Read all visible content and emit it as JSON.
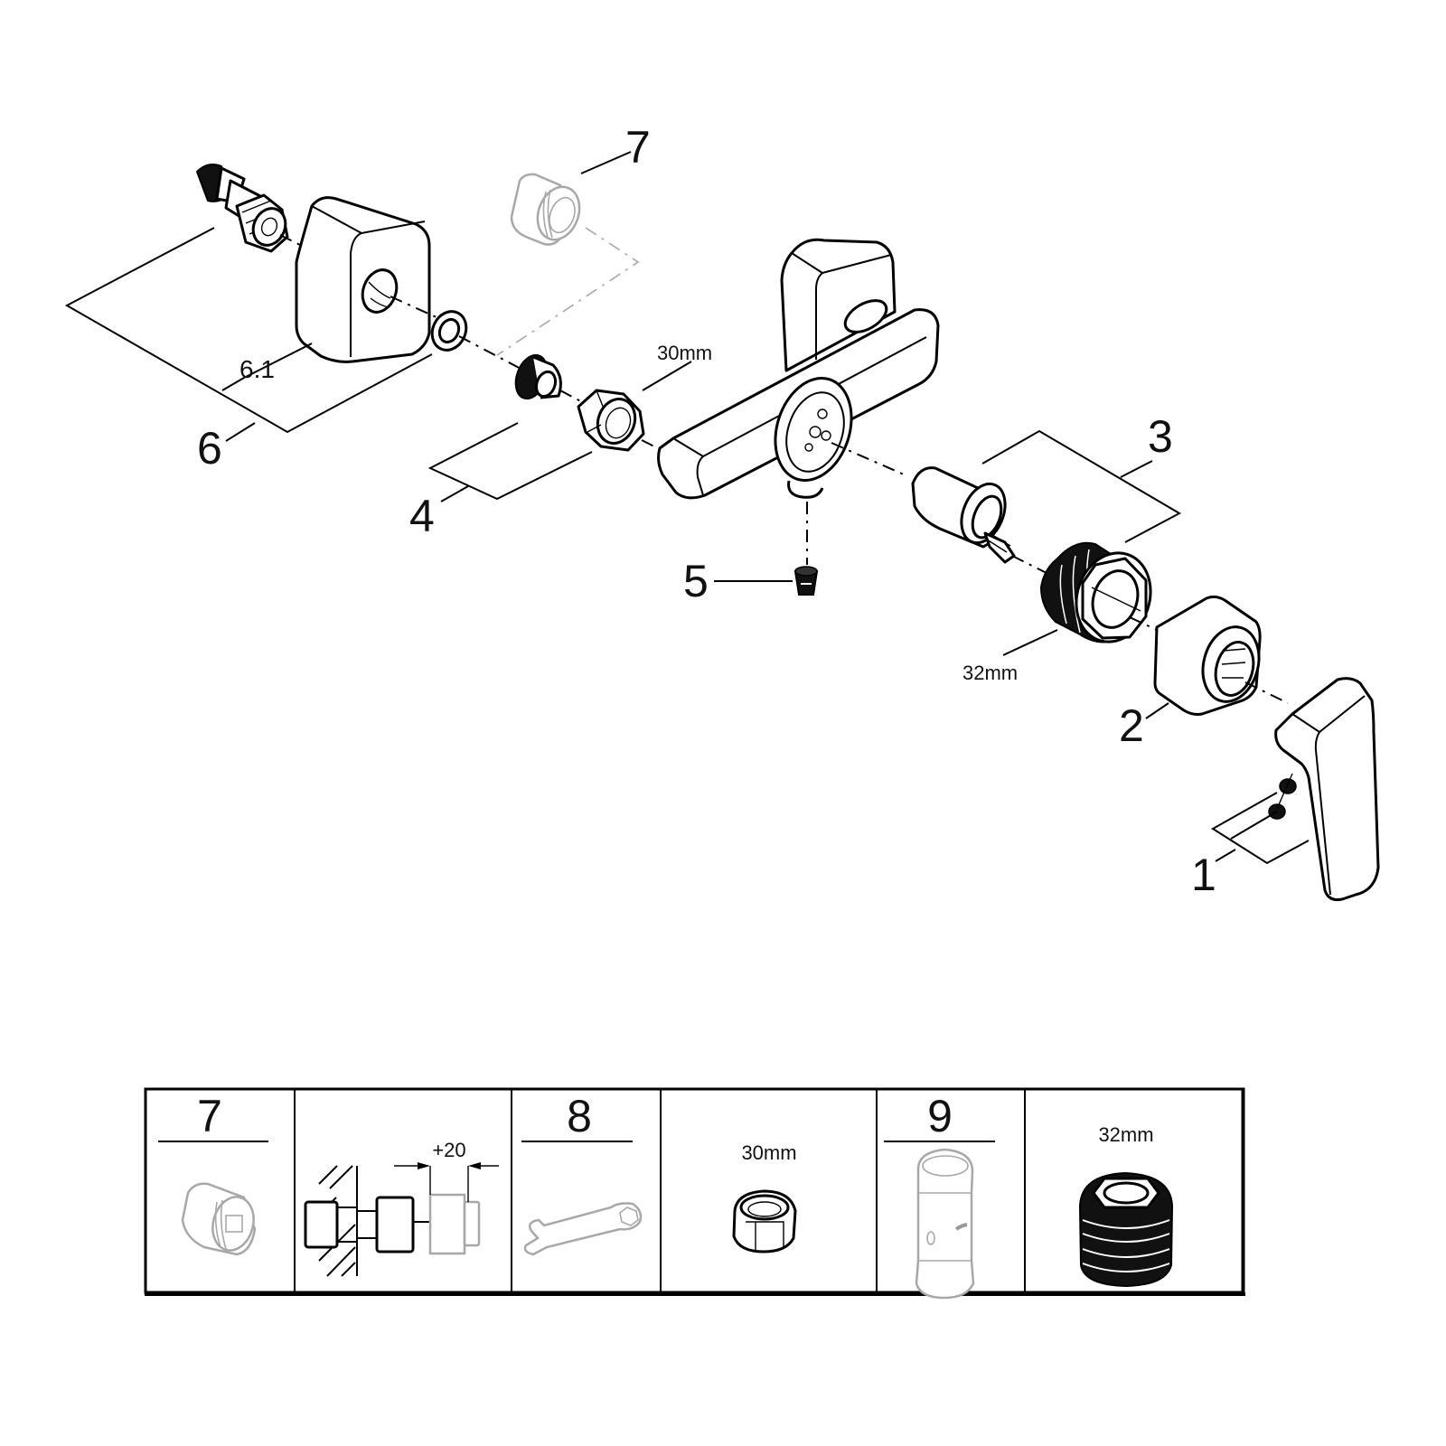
{
  "diagram": {
    "title": "Exploded parts view - single-lever shower mixer",
    "callouts": {
      "p1": "1",
      "p2": "2",
      "p3": "3",
      "p4": "4",
      "p5": "5",
      "p6": "6",
      "p6_1": "6.1",
      "p7": "7"
    },
    "dimensions": {
      "nut_wrench_size": "30mm",
      "bonnet_wrench_size": "32mm"
    }
  },
  "accessory_table": {
    "cells": [
      {
        "number": "7",
        "part": "extension-fitting",
        "style": "optional"
      },
      {
        "caption": "+20",
        "part": "extension-installation",
        "style": "info"
      },
      {
        "number": "8",
        "part": "wrench",
        "style": "optional"
      },
      {
        "caption": "30mm",
        "part": "hex-nut",
        "style": "info"
      },
      {
        "number": "9",
        "part": "extension-tube",
        "style": "optional"
      },
      {
        "caption": "32mm",
        "part": "cartridge-bonnet",
        "style": "info"
      }
    ]
  },
  "colors": {
    "line": "#000000",
    "optional_part": "#a8a8a8",
    "background": "#ffffff"
  }
}
